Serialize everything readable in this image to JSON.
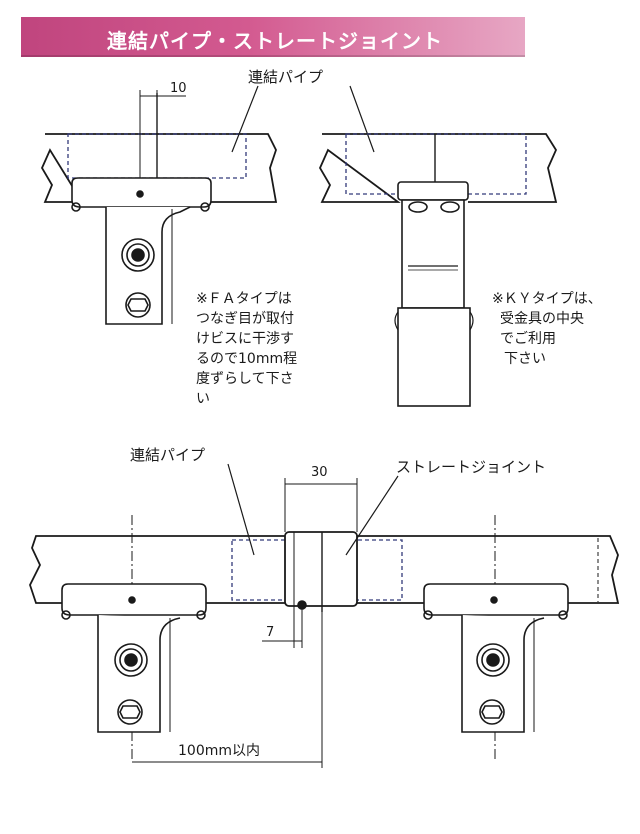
{
  "header": {
    "title": "連結パイプ・ストレートジョイント"
  },
  "top_left": {
    "dim": "10",
    "pipe_label": "連結パイプ"
  },
  "note_fa": [
    "※ＦＡタイプは",
    "つなぎ目が取付",
    "けビスに干渉す",
    "るので10mm程",
    "度ずらして下さ",
    "い"
  ],
  "note_ky": [
    "※ＫＹタイプは、",
    "受金具の中央",
    "でご利用",
    "下さい"
  ],
  "bottom": {
    "pipe_label": "連結パイプ",
    "joint_label": "ストレートジョイント",
    "dim_30": "30",
    "dim_7": "7",
    "dim_100": "100mm以内"
  }
}
